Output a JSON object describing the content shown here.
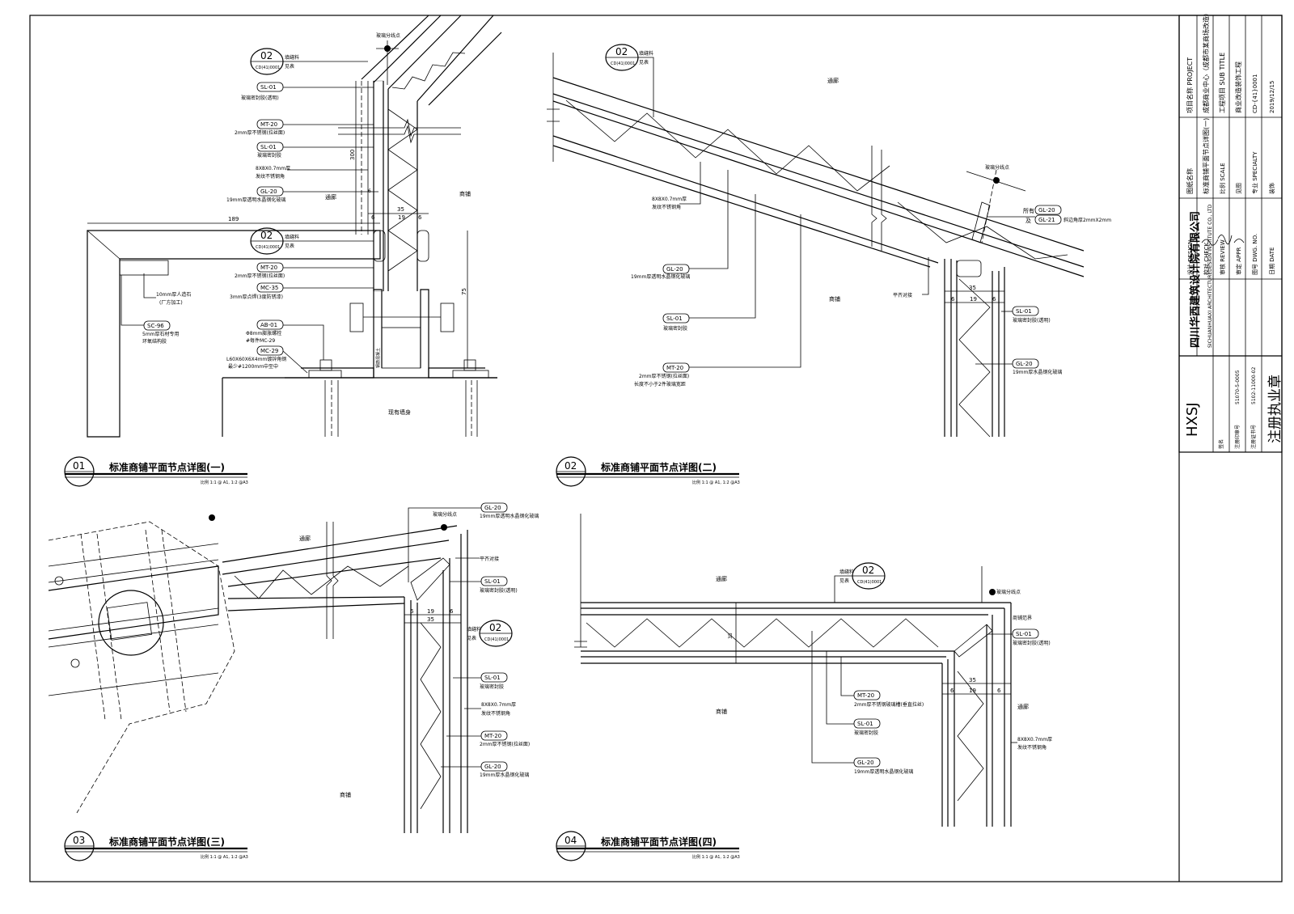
{
  "tb": {
    "company_cn": "四川华西建筑设计院有限公司",
    "company_en": "SICHUANHUAXI ARCHITECTUREDESIGN INSTITUTE CO., LTD",
    "logo": "HXSJ",
    "reg": "注册执业章",
    "row1": "项目名称 PROJECT",
    "row2": "成都商业中心（成都市某商场改造）",
    "row3": "工程项目 SUB TITLE",
    "row4": "商业改造装饰工程",
    "row5": "图纸名称",
    "row6": "标准商铺平面节点详图(一)",
    "c1": "设计 DESIGN",
    "c2": "校对 CHECK",
    "c3": "审核 REVIEW",
    "c4": "审定 APPR",
    "c5": "比例 SCALE",
    "c6": "专业 SPECIALTY",
    "c7": "图号 DWG. NO.",
    "c8": "日期 DATE",
    "v5": "见图",
    "v6": "装饰",
    "v7": "CD-{41}0001",
    "v8": "2019/12/15",
    "reg1": "注册印章号",
    "reg2": "注册证书号",
    "reg1v": "51070-5-0005",
    "reg2v": "5102-11000-02",
    "sig": "签名"
  },
  "d1": {
    "num": "01",
    "title": "标准商铺平面节点详图(一)",
    "scale": "比例 1:1 @ A1, 1:2 @A3",
    "glass_split": "玻璃分线点",
    "tag_a_n": "02",
    "tag_a_s": "CD(41)0001",
    "tag_a_note1": "填缝料",
    "tag_a_note2": "见表",
    "tag_b_n": "02",
    "tag_b_s": "CD(41)0001",
    "tag_b_note1": "填缝料",
    "tag_b_note2": "见表",
    "l1_t": "SL-01",
    "l1_d": "玻璃密封胶(透明)",
    "l2_t": "MT-20",
    "l2_d": "2mm厚不锈钢(拉丝面)",
    "l3_t": "SL-01",
    "l3_d": "玻璃密封胶",
    "l4_a": "8X8X0.7mm厚",
    "l4_b": "发纹不锈钢角",
    "l5_t": "GL-20",
    "l5_d": "19mm厚透明水晶钢化玻璃",
    "l6_t": "MT-20",
    "l6_d": "2mm厚不锈钢(拉丝面)",
    "l7_t": "MC-35",
    "l7_d": "3mm厚点焊(3度防锈漆)",
    "l8_t": "AB-01",
    "l8_d1": "Φ8mm膨胀螺栓",
    "l8_d2": "#毎件MC-29",
    "l9_t": "MC-29",
    "l9_d1": "L60X60X6X4mm镀锌角钢",
    "l9_d2": "最少#1200mm中至中",
    "stone1": "10mm厚人造石",
    "stone2": "(厂方加工)",
    "sc_t": "SC-96",
    "sc_d1": "5mm厚石材专用",
    "sc_d2": "环氧结构胶",
    "dim189": "189",
    "dim300": "300",
    "dim35": "35",
    "dim6": "6",
    "dim19": "19",
    "dim75": "75",
    "tongdao": "通廊",
    "shangpu": "商铺",
    "wall": "现有墙身",
    "rebar": "钢筋混凝土"
  },
  "d2": {
    "num": "02",
    "title": "标准商铺平面节点详图(二)",
    "scale": "比例 1:1 @ A1, 1:2 @A3",
    "glass_split": "玻璃分线点",
    "tag_n": "02",
    "tag_s": "CD(41)0001",
    "tag_note1": "填缝料",
    "tag_note2": "见表",
    "tongdao": "通廊",
    "shangpu": "商铺",
    "l1_a": "8X8X0.7mm厚",
    "l1_b": "发纹不锈钢角",
    "l2_t": "GL-20",
    "l2_d": "19mm厚透明水晶钢化玻璃",
    "l3_t": "SL-01",
    "l3_d": "玻璃密封胶",
    "l4_t": "MT-20",
    "l4_d1": "2mm厚不锈钢(拉丝面)",
    "l4_d2": "长度不小于2件玻璃宽距",
    "r1_pre": "所有",
    "r1_t": "GL-20",
    "r1_pre2": "及",
    "r2_t": "GL-21",
    "r2_d": "斜边角厚2mmX2mm",
    "r3": "平齐对接",
    "r4_t": "SL-01",
    "r4_d": "玻璃密封胶(透明)",
    "r5_t": "GL-20",
    "r5_d": "19mm厚水晶钢化玻璃",
    "dim35": "35",
    "dim6": "6",
    "dim19": "19"
  },
  "d3": {
    "num": "03",
    "title": "标准商铺平面节点详图(三)",
    "scale": "比例 1:1 @ A1, 1:2 @A3",
    "glass_split": "玻璃分线点",
    "tongdao": "通廊",
    "shangpu": "商铺",
    "l1_t": "GL-20",
    "l1_d": "19mm厚透明水晶钢化玻璃",
    "l2": "平齐对接",
    "l3_t": "SL-01",
    "l3_d": "玻璃密封胶(透明)",
    "tag_n": "02",
    "tag_s": "CD(41)0001",
    "tag_note1": "填缝料",
    "tag_note2": "见表",
    "l4_t": "SL-01",
    "l4_d": "玻璃密封胶",
    "l5_a": "8X8X0.7mm厚",
    "l5_b": "发纹不锈钢角",
    "l6_t": "MT-20",
    "l6_d": "2mm厚不锈钢(拉丝面)",
    "l7_t": "GL-20",
    "l7_d": "19mm厚水晶钢化玻璃",
    "dim35": "35",
    "dim6": "6",
    "dim19": "19"
  },
  "d4": {
    "num": "04",
    "title": "标准商铺平面节点详图(四)",
    "scale": "比例 1:1 @ A1, 1:2 @A3",
    "glass_split": "玻璃分线点",
    "tongdao": "通廊",
    "shangpu": "商铺",
    "tongdao2": "通廊",
    "tag_n": "02",
    "tag_s": "CD(41)0001",
    "tag_note1": "填缝料",
    "tag_note2": "见表",
    "r0": "商铺范界",
    "r1_t": "SL-01",
    "r1_d": "玻璃密封胶(透明)",
    "l1_t": "MT-20",
    "l1_d": "2mm厚不锈钢玻璃槽(垂直拉丝)",
    "l2_t": "SL-01",
    "l2_d": "玻璃密封胶",
    "l3_t": "GL-20",
    "l3_d": "19mm厚透明水晶钢化玻璃",
    "r2_a": "8X8X0.7mm厚",
    "r2_b": "发纹不锈钢角",
    "dim35": "35",
    "dim6": "6",
    "dim19": "19"
  }
}
